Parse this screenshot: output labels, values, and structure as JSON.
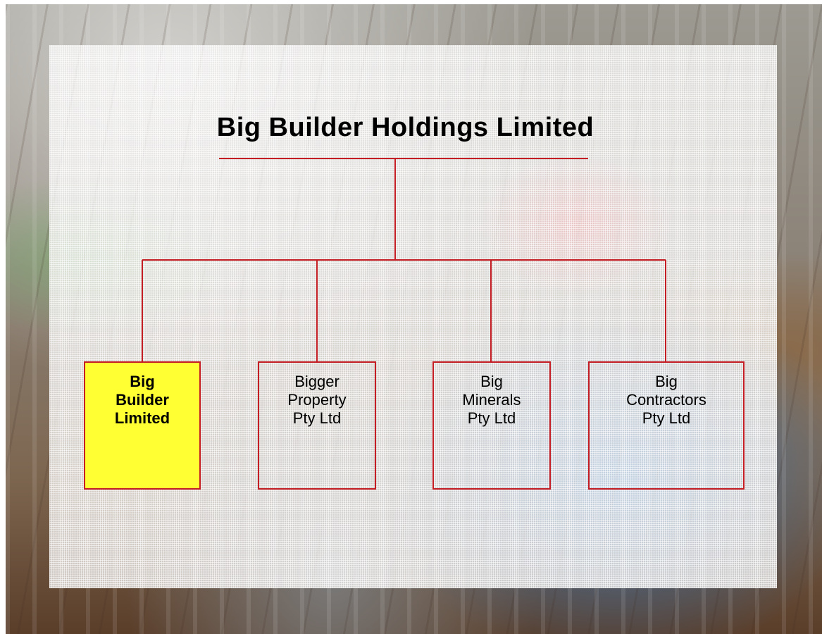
{
  "diagram": {
    "root": {
      "label": "Big Builder Holdings Limited"
    },
    "children": [
      {
        "lines": [
          "Big",
          "Builder",
          "Limited"
        ],
        "highlighted": true
      },
      {
        "lines": [
          "Bigger",
          "Property",
          "Pty Ltd"
        ],
        "highlighted": false
      },
      {
        "lines": [
          "Big",
          "Minerals",
          "Pty Ltd"
        ],
        "highlighted": false
      },
      {
        "lines": [
          "Big",
          "Contractors",
          "Pty Ltd"
        ],
        "highlighted": false
      }
    ],
    "colors": {
      "connector": "#c41e24",
      "highlight_fill": "#ffff33",
      "text": "#000000"
    }
  }
}
